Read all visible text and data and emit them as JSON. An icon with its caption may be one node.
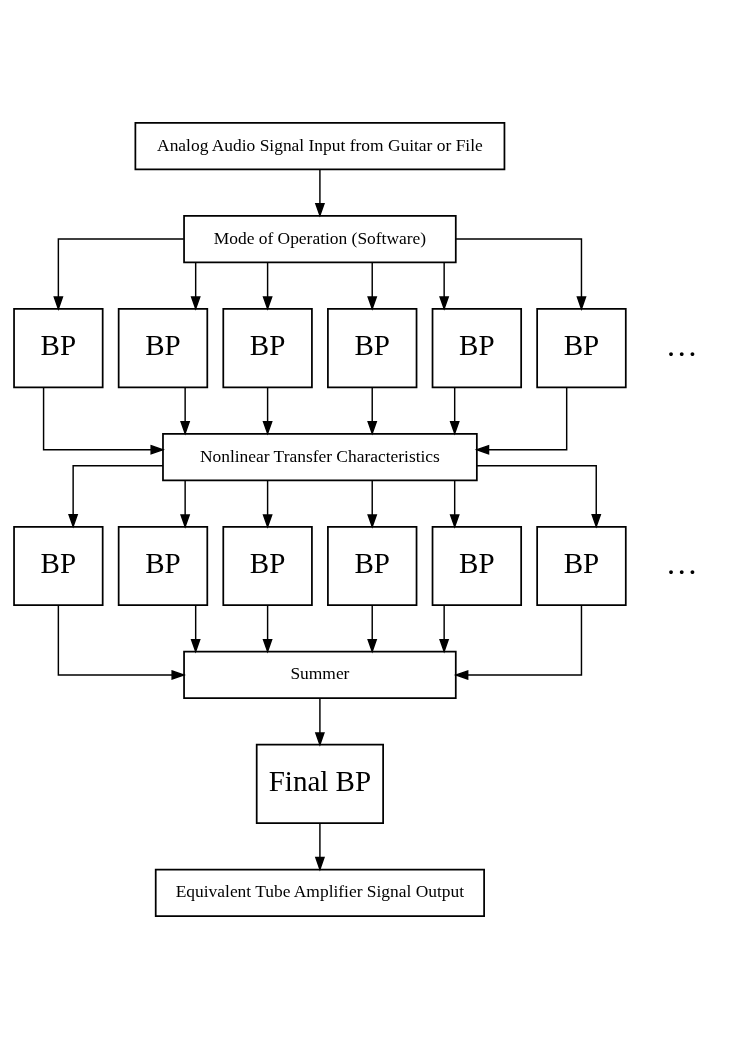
{
  "diagram": {
    "nodes": [
      {
        "text": [
          "Analog Audio Signal Input from Guitar or File"
        ]
      },
      {
        "text": [
          "Mode of Operation (Software)"
        ]
      },
      {
        "text": [
          "BP"
        ]
      },
      {
        "text": [
          "BP"
        ]
      },
      {
        "text": [
          "BP"
        ]
      },
      {
        "text": [
          "BP"
        ]
      },
      {
        "text": [
          "BP"
        ]
      },
      {
        "text": [
          "BP"
        ]
      },
      {
        "text": [
          "Nonlinear Transfer Characteristics"
        ]
      },
      {
        "text": [
          "BP"
        ]
      },
      {
        "text": [
          "BP"
        ]
      },
      {
        "text": [
          "BP"
        ]
      },
      {
        "text": [
          "BP"
        ]
      },
      {
        "text": [
          "BP"
        ]
      },
      {
        "text": [
          "BP"
        ]
      },
      {
        "text": [
          "Summer"
        ]
      },
      {
        "text": [
          "Final BP"
        ]
      },
      {
        "text": [
          "Equivalent Tube Amplifier Signal Output"
        ]
      }
    ],
    "edges": [
      {
        "from": 0,
        "to": 1,
        "arrow": "to"
      },
      {
        "from": 1,
        "to": 2,
        "arrow": "to"
      },
      {
        "from": 1,
        "to": 3,
        "arrow": "to"
      },
      {
        "from": 1,
        "to": 4,
        "arrow": "to"
      },
      {
        "from": 1,
        "to": 5,
        "arrow": "to"
      },
      {
        "from": 1,
        "to": 6,
        "arrow": "to"
      },
      {
        "from": 1,
        "to": 7,
        "arrow": "to"
      },
      {
        "from": 2,
        "to": 8,
        "arrow": "to"
      },
      {
        "from": 3,
        "to": 8,
        "arrow": "to"
      },
      {
        "from": 4,
        "to": 8,
        "arrow": "to"
      },
      {
        "from": 5,
        "to": 8,
        "arrow": "to"
      },
      {
        "from": 6,
        "to": 8,
        "arrow": "to"
      },
      {
        "from": 7,
        "to": 8,
        "arrow": "to"
      },
      {
        "from": 8,
        "to": 9,
        "arrow": "to"
      },
      {
        "from": 8,
        "to": 10,
        "arrow": "to"
      },
      {
        "from": 8,
        "to": 11,
        "arrow": "to"
      },
      {
        "from": 8,
        "to": 12,
        "arrow": "to"
      },
      {
        "from": 8,
        "to": 13,
        "arrow": "to"
      },
      {
        "from": 8,
        "to": 14,
        "arrow": "to"
      },
      {
        "from": 9,
        "to": 15,
        "arrow": "to"
      },
      {
        "from": 10,
        "to": 15,
        "arrow": "to"
      },
      {
        "from": 11,
        "to": 15,
        "arrow": "to"
      },
      {
        "from": 12,
        "to": 15,
        "arrow": "to"
      },
      {
        "from": 13,
        "to": 15,
        "arrow": "to"
      },
      {
        "from": 14,
        "to": 15,
        "arrow": "to"
      },
      {
        "from": 15,
        "to": 16,
        "arrow": "to"
      },
      {
        "from": 16,
        "to": 17,
        "arrow": "to"
      }
    ],
    "labels": [
      "…",
      "…"
    ]
  }
}
